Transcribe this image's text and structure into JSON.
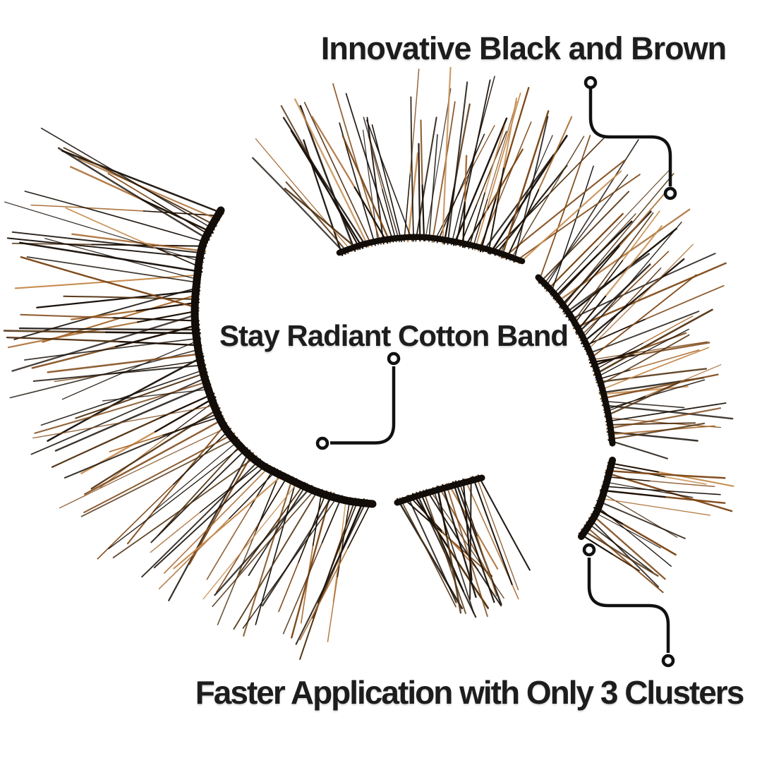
{
  "annotations": {
    "top_right": {
      "label": "Innovative Black and Brown"
    },
    "center": {
      "label": "Stay Radiant Cotton Band"
    },
    "bottom": {
      "label": "Faster Application with Only 3 Clusters"
    }
  },
  "colors": {
    "background": "#ffffff",
    "text": "#1d1d1d",
    "callout_line": "#111111",
    "callout_dot_fill": "#ffffff",
    "lash_band": "#120d08",
    "lash_black": "#1a120b",
    "lash_dark_brown": "#50300f",
    "lash_brown": "#7d4716",
    "lash_light_brown": "#a8682b",
    "lash_tan": "#c78d4f"
  }
}
